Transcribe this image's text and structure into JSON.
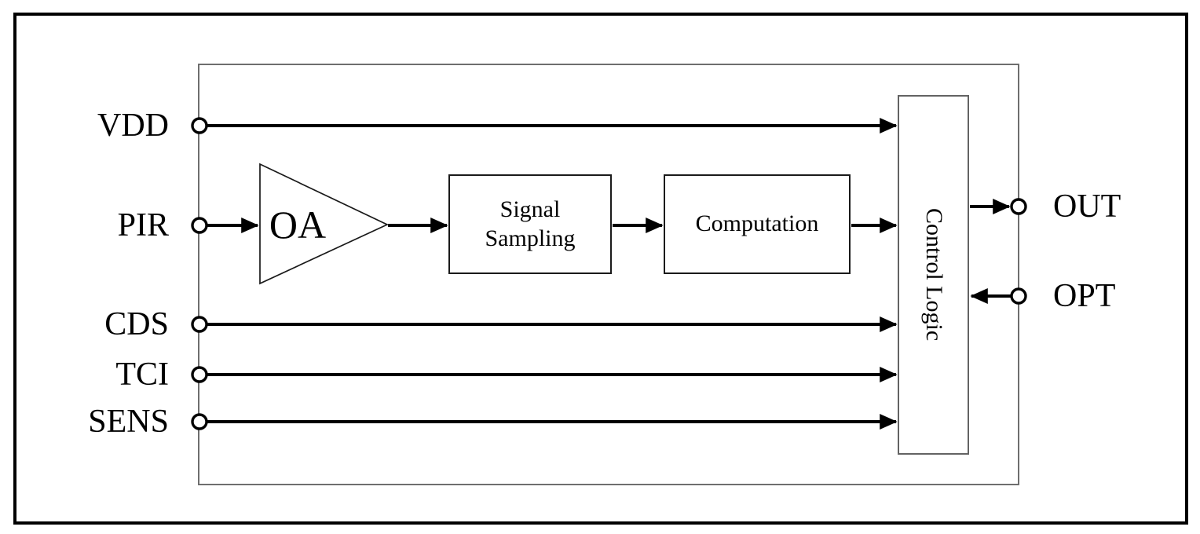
{
  "figure": {
    "type": "ic-block-diagram",
    "blocks": {
      "amplifier": {
        "label": "OA"
      },
      "signal_sampling": {
        "label": "Signal Sampling"
      },
      "computation": {
        "label": "Computation"
      },
      "control_logic": {
        "label": "Control Logic"
      }
    },
    "pins": {
      "left": [
        {
          "id": "vdd",
          "label": "VDD",
          "direction": "input"
        },
        {
          "id": "pir",
          "label": "PIR",
          "direction": "input"
        },
        {
          "id": "cds",
          "label": "CDS",
          "direction": "input"
        },
        {
          "id": "tci",
          "label": "TCI",
          "direction": "input"
        },
        {
          "id": "sens",
          "label": "SENS",
          "direction": "input"
        }
      ],
      "right": [
        {
          "id": "out",
          "label": "OUT",
          "direction": "output"
        },
        {
          "id": "opt",
          "label": "OPT",
          "direction": "input"
        }
      ]
    },
    "connections": [
      "VDD -> Control Logic",
      "PIR -> OA -> Signal Sampling -> Computation -> Control Logic",
      "CDS -> Control Logic",
      "TCI -> Control Logic",
      "SENS -> Control Logic",
      "Control Logic -> OUT",
      "OPT -> Control Logic"
    ],
    "colors": {
      "line": "#000000",
      "outer_border": "#000000",
      "chip_boundary": "#6e6e6e",
      "control_logic_border": "#636363",
      "background": "#ffffff"
    }
  }
}
